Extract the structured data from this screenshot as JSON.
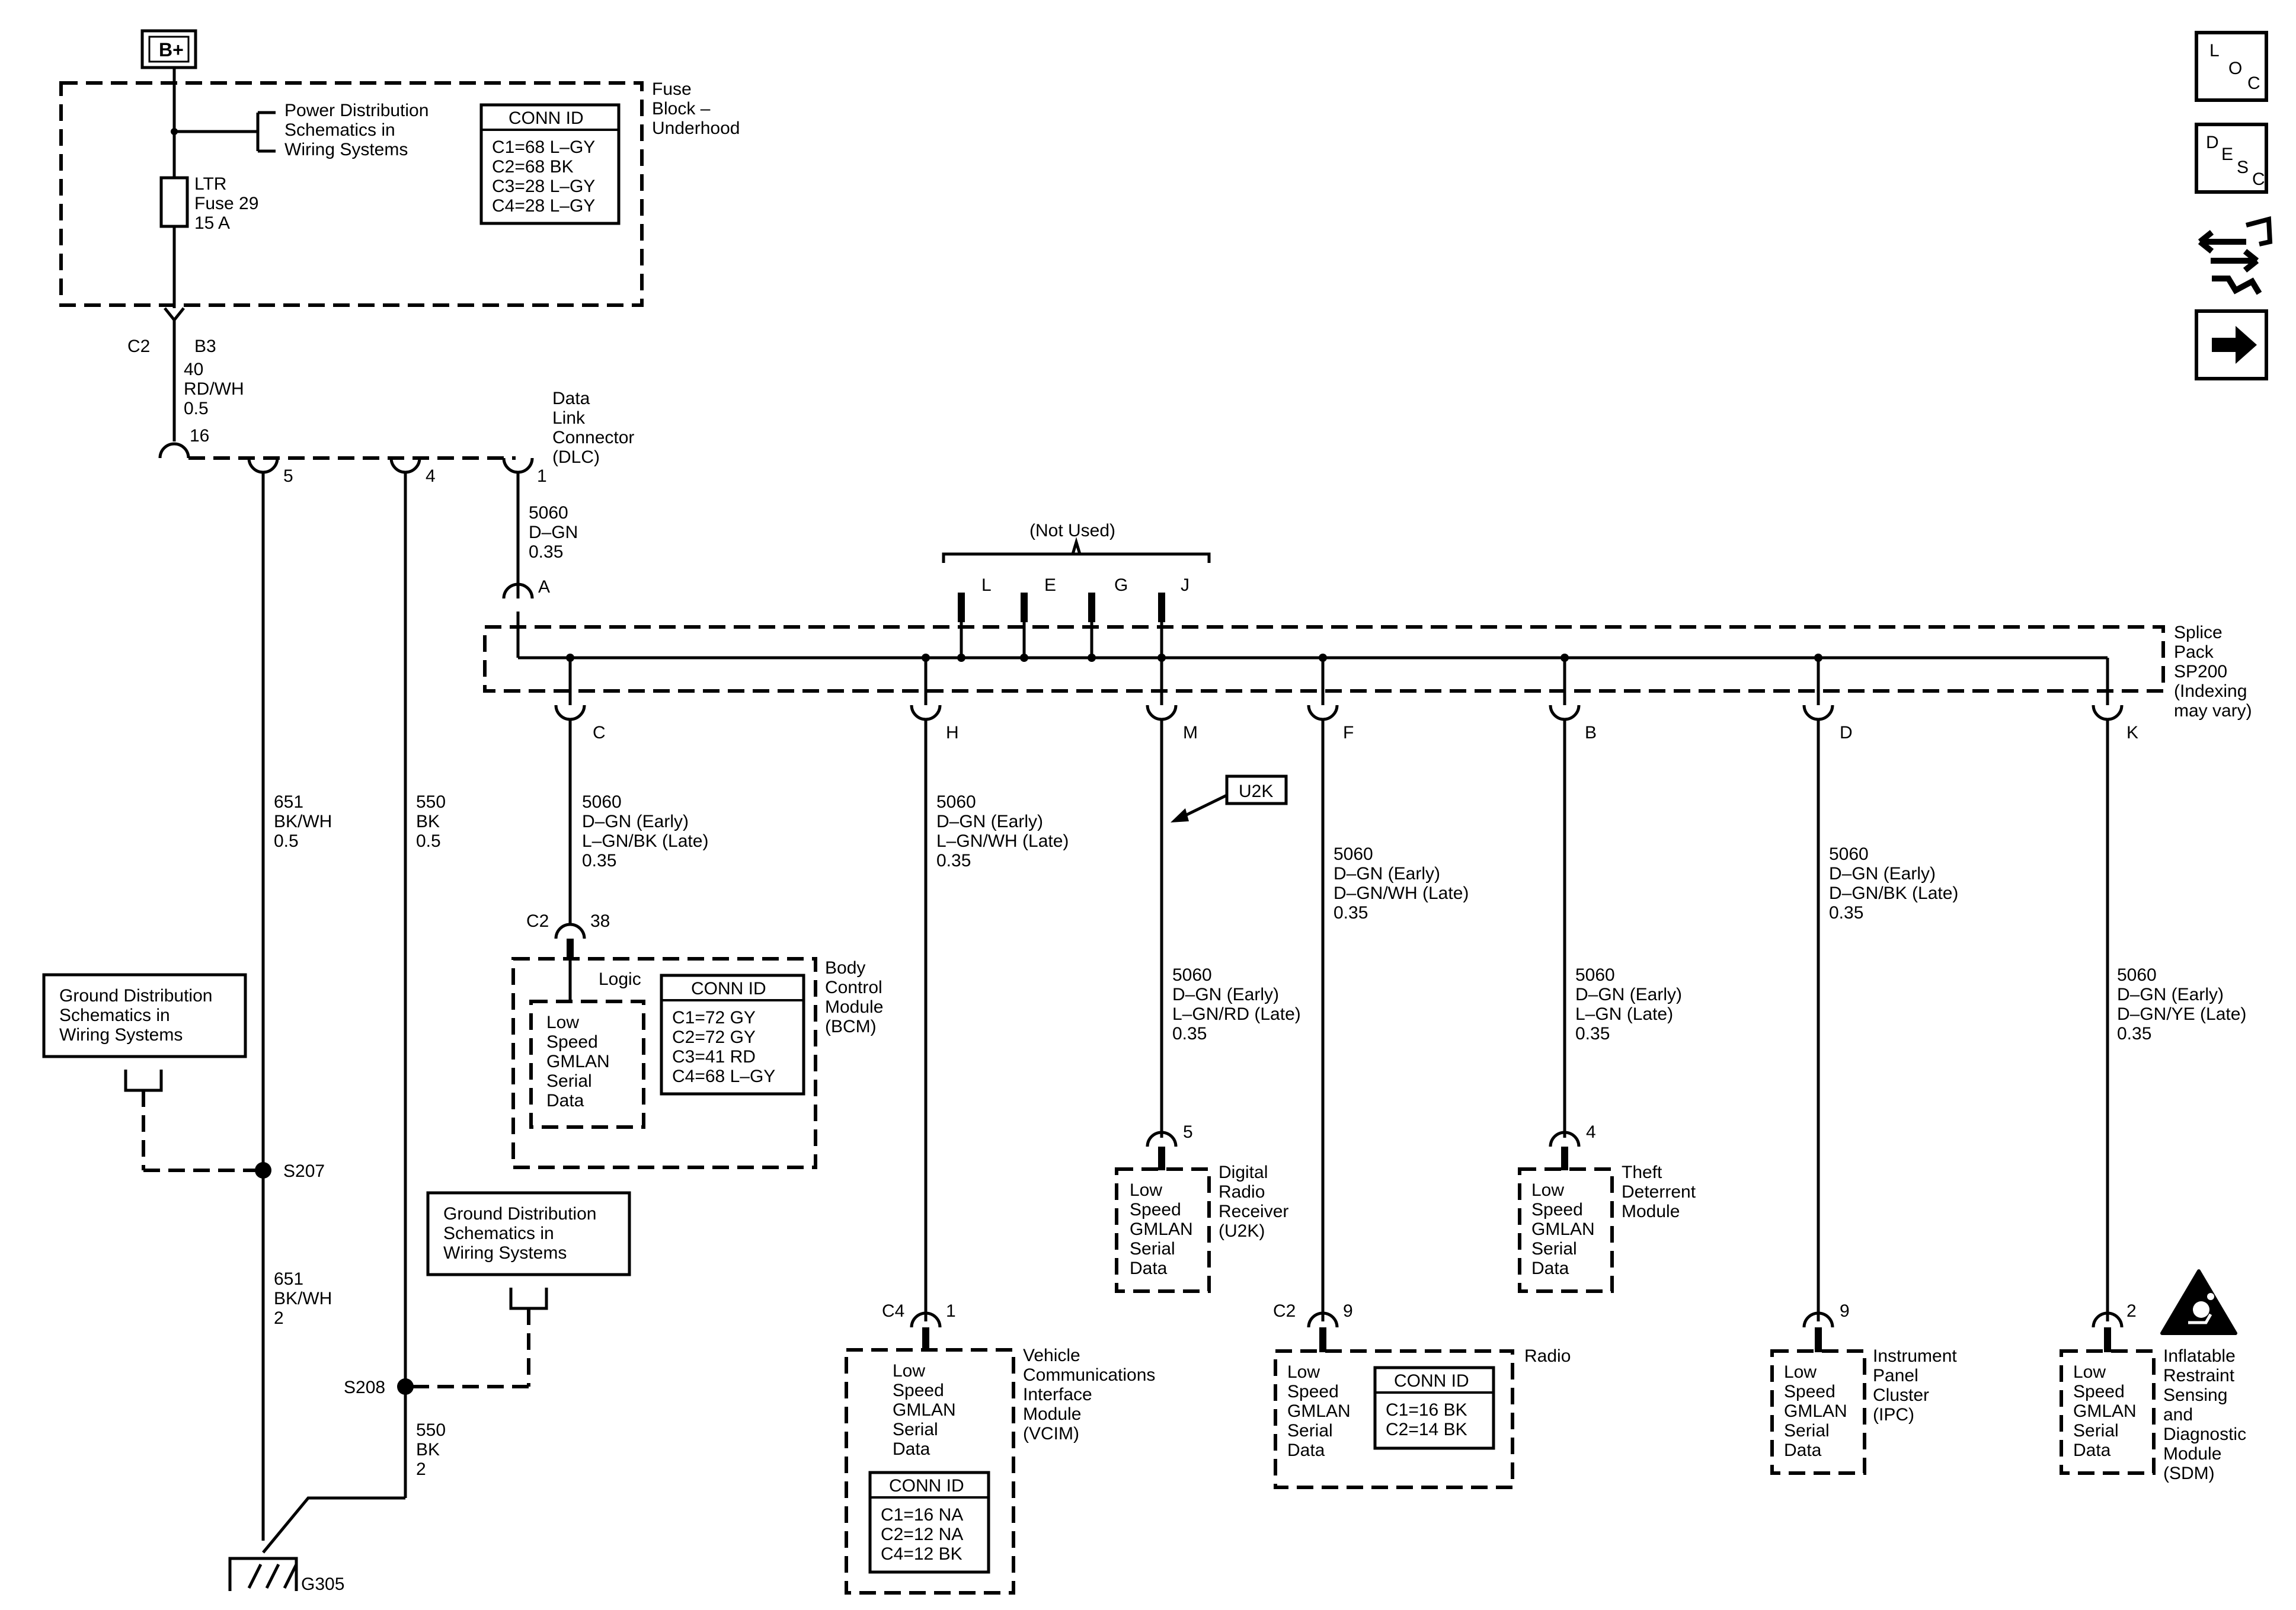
{
  "battery": "B+",
  "fuse_block": {
    "label": [
      "Fuse",
      "Block –",
      "Underhood"
    ],
    "power_ref": [
      "Power Distribution",
      "Schematics in",
      "Wiring Systems"
    ],
    "fuse": [
      "LTR",
      "Fuse 29",
      "15 A"
    ],
    "conn_id_title": "CONN ID",
    "conn_ids": [
      "C1=68 L–GY",
      "C2=68 BK",
      "C3=28 L–GY",
      "C4=28 L–GY"
    ]
  },
  "feed": {
    "conn": "C2",
    "pin": "B3",
    "wire": [
      "40",
      "RD/WH",
      "0.5"
    ]
  },
  "dlc": {
    "label": [
      "Data",
      "Link",
      "Connector",
      "(DLC)"
    ],
    "pin16": "16",
    "pin5": "5",
    "pin4": "4",
    "pin1": "1",
    "wire": [
      "5060",
      "D–GN",
      "0.35"
    ]
  },
  "ground": {
    "wire651": [
      "651",
      "BK/WH",
      "0.5"
    ],
    "wire550": [
      "550",
      "BK",
      "0.5"
    ],
    "wire651b": [
      "651",
      "BK/WH",
      "2"
    ],
    "wire550b": [
      "550",
      "BK",
      "2"
    ],
    "ref": [
      "Ground Distribution",
      "Schematics in",
      "Wiring Systems"
    ],
    "splice_s207": "S207",
    "splice_s208": "S208",
    "ground_pt": "G305"
  },
  "splice_pack": {
    "label": [
      "Splice",
      "Pack",
      "SP200",
      "(Indexing",
      "may vary)"
    ],
    "pin_a": "A",
    "not_used": "(Not Used)",
    "unused_pins": [
      "L",
      "E",
      "G",
      "J"
    ],
    "pins": [
      "C",
      "H",
      "M",
      "F",
      "B",
      "D",
      "K"
    ]
  },
  "branches": {
    "bcm_wire": [
      "5060",
      "D–GN (Early)",
      "L–GN/BK (Late)",
      "0.35"
    ],
    "vcim_wire": [
      "5060",
      "D–GN (Early)",
      "L–GN/WH (Late)",
      "0.35"
    ],
    "radio_rx_wire": [
      "5060",
      "D–GN (Early)",
      "L–GN/RD (Late)",
      "0.35"
    ],
    "radio_wire": [
      "5060",
      "D–GN (Early)",
      "D–GN/WH (Late)",
      "0.35"
    ],
    "theft_wire": [
      "5060",
      "D–GN (Early)",
      "L–GN (Late)",
      "0.35"
    ],
    "ipc_wire": [
      "5060",
      "D–GN (Early)",
      "D–GN/BK (Late)",
      "0.35"
    ],
    "sdm_wire": [
      "5060",
      "D–GN (Early)",
      "D–GN/YE (Late)",
      "0.35"
    ]
  },
  "u2k_tag": "U2K",
  "gmlan": [
    "Low",
    "Speed",
    "GMLAN",
    "Serial",
    "Data"
  ],
  "modules": {
    "bcm": {
      "name": [
        "Body",
        "Control",
        "Module",
        "(BCM)"
      ],
      "logic": "Logic",
      "conn": "C2",
      "pin": "38",
      "conn_id_title": "CONN ID",
      "conn_ids": [
        "C1=72 GY",
        "C2=72 GY",
        "C3=41 RD",
        "C4=68 L–GY"
      ]
    },
    "vcim": {
      "name": [
        "Vehicle",
        "Communications",
        "Interface",
        "Module",
        "(VCIM)"
      ],
      "conn": "C4",
      "pin": "1",
      "conn_id_title": "CONN ID",
      "conn_ids": [
        "C1=16 NA",
        "C2=12 NA",
        "C4=12 BK"
      ]
    },
    "radio_rx": {
      "name": [
        "Digital",
        "Radio",
        "Receiver",
        "(U2K)"
      ],
      "pin": "5"
    },
    "radio": {
      "name": [
        "Radio"
      ],
      "conn": "C2",
      "pin": "9",
      "conn_id_title": "CONN ID",
      "conn_ids": [
        "C1=16 BK",
        "C2=14 BK"
      ]
    },
    "theft": {
      "name": [
        "Theft",
        "Deterrent",
        "Module"
      ],
      "pin": "4"
    },
    "ipc": {
      "name": [
        "Instrument",
        "Panel",
        "Cluster",
        "(IPC)"
      ],
      "pin": "9"
    },
    "sdm": {
      "name": [
        "Inflatable",
        "Restraint",
        "Sensing",
        "and",
        "Diagnostic",
        "Module",
        "(SDM)"
      ],
      "pin": "2"
    }
  },
  "nav_icons": {
    "loc": [
      "L",
      "O",
      "C"
    ],
    "desc": [
      "D",
      "E",
      "S",
      "C"
    ]
  }
}
